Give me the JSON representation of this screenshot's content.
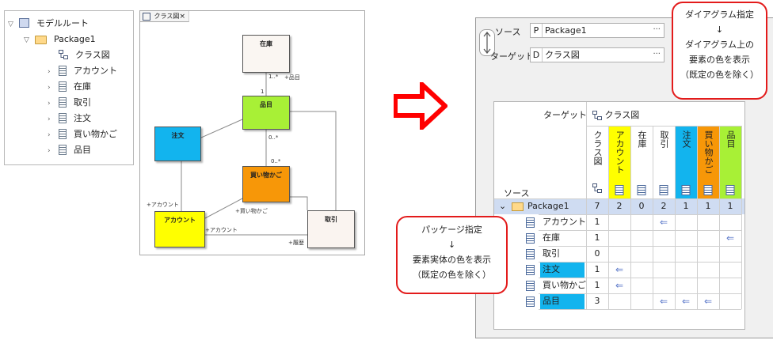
{
  "tree": {
    "root": "モデルルート",
    "package": "Package1",
    "items": [
      "クラス図",
      "アカウント",
      "在庫",
      "取引",
      "注文",
      "買い物かご",
      "品目"
    ]
  },
  "diagram": {
    "tab": "クラス図",
    "tab_close": "×",
    "nodes": {
      "zaiko": "在庫",
      "hinmoku": "品目",
      "chumon": "注文",
      "kaimono": "買い物かご",
      "account": "アカウント",
      "torihiki": "取引"
    },
    "labels": {
      "l1": "1..*",
      "l2": "+品目",
      "l3": "1",
      "l4": "0..*",
      "l5": "0..*",
      "l6": "+アカウント",
      "l7": "+買い物かご",
      "l8": "+アカウント",
      "l9": "+履歴"
    },
    "colors": {
      "zaiko": "#faf6f2",
      "hinmoku": "#a8f036",
      "chumon": "#12b4ee",
      "kaimono": "#f79708",
      "account": "#ffff00",
      "torihiki": "#faf4f0"
    }
  },
  "arrow_color": "#ff0000",
  "panel": {
    "source_label": "ソース",
    "source_type": "P",
    "source_value": "Package1",
    "target_label": "ターゲット",
    "target_type": "D",
    "target_value": "クラス図",
    "dots": "···",
    "matrix": {
      "target_header": "ターゲット",
      "source_header": "ソース",
      "diagram_name": "クラス図",
      "columns": [
        {
          "label": "クラス図",
          "color": ""
        },
        {
          "label": "アカウント",
          "color": "#ffff00"
        },
        {
          "label": "在庫",
          "color": ""
        },
        {
          "label": "取引",
          "color": ""
        },
        {
          "label": "注文",
          "color": "#12b4ee"
        },
        {
          "label": "買い物かご",
          "color": "#f79708"
        },
        {
          "label": "品目",
          "color": "#a8f036"
        }
      ],
      "package_row": {
        "label": "Package1",
        "values": [
          "7",
          "2",
          "0",
          "2",
          "1",
          "1",
          "1"
        ]
      },
      "rows": [
        {
          "label": "アカウント",
          "count": "1",
          "color": "",
          "arrows": [
            3
          ]
        },
        {
          "label": "在庫",
          "count": "1",
          "color": "",
          "arrows": [
            6
          ]
        },
        {
          "label": "取引",
          "count": "0",
          "color": "",
          "arrows": []
        },
        {
          "label": "注文",
          "count": "1",
          "color": "#12b4ee",
          "arrows": [
            1
          ]
        },
        {
          "label": "買い物かご",
          "count": "1",
          "color": "",
          "arrows": [
            1
          ]
        },
        {
          "label": "品目",
          "count": "3",
          "color": "#12b4ee",
          "arrows": [
            3,
            4,
            5
          ]
        }
      ],
      "arrow_glyph": "⇐"
    }
  },
  "callouts": {
    "diagram": [
      "ダイアグラム指定",
      "↓",
      "ダイアグラム上の",
      "要素の色を表示",
      "（既定の色を除く）"
    ],
    "package": [
      "パッケージ指定",
      "↓",
      "要素実体の色を表示",
      "（既定の色を除く）"
    ]
  }
}
